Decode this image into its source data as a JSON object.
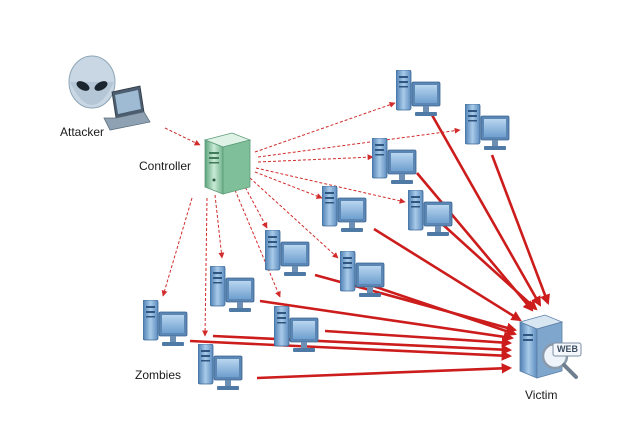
{
  "labels": {
    "attacker": "Attacker",
    "controller": "Controller",
    "zombies": "Zombies",
    "victim": "Victim",
    "web_badge": "WEB"
  },
  "colors": {
    "command_arrow": "#d22b2b",
    "attack_arrow": "#cc1c1c",
    "device_blue": "#6f9fcf",
    "controller_green": "#8fc9a8"
  },
  "icons": {
    "attacker": "alien-laptop-icon",
    "controller": "server-tower-icon",
    "zombie": "desktop-pc-icon",
    "victim": "web-server-magnifier-icon"
  }
}
